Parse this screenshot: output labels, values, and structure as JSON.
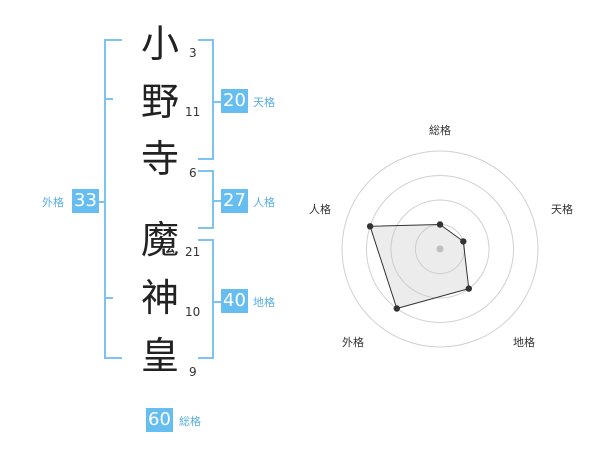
{
  "name": {
    "characters": [
      {
        "char": "小",
        "strokes": "3"
      },
      {
        "char": "野",
        "strokes": "11"
      },
      {
        "char": "寺",
        "strokes": "6"
      },
      {
        "char": "魔",
        "strokes": "21"
      },
      {
        "char": "神",
        "strokes": "10"
      },
      {
        "char": "皇",
        "strokes": "9"
      }
    ]
  },
  "fortunes": {
    "tenkaku": {
      "value": "20",
      "label": "天格"
    },
    "jinkaku": {
      "value": "27",
      "label": "人格"
    },
    "chikaku": {
      "value": "40",
      "label": "地格"
    },
    "gaikaku": {
      "value": "33",
      "label": "外格"
    },
    "soukaku": {
      "value": "60",
      "label": "総格"
    }
  },
  "radar": {
    "axes": [
      "総格",
      "天格",
      "地格",
      "外格",
      "人格"
    ],
    "levels": [
      1,
      1,
      2,
      3,
      3
    ],
    "max": 4
  },
  "colors": {
    "accent": "#66bdf0",
    "bracket": "#7cc3f0"
  }
}
